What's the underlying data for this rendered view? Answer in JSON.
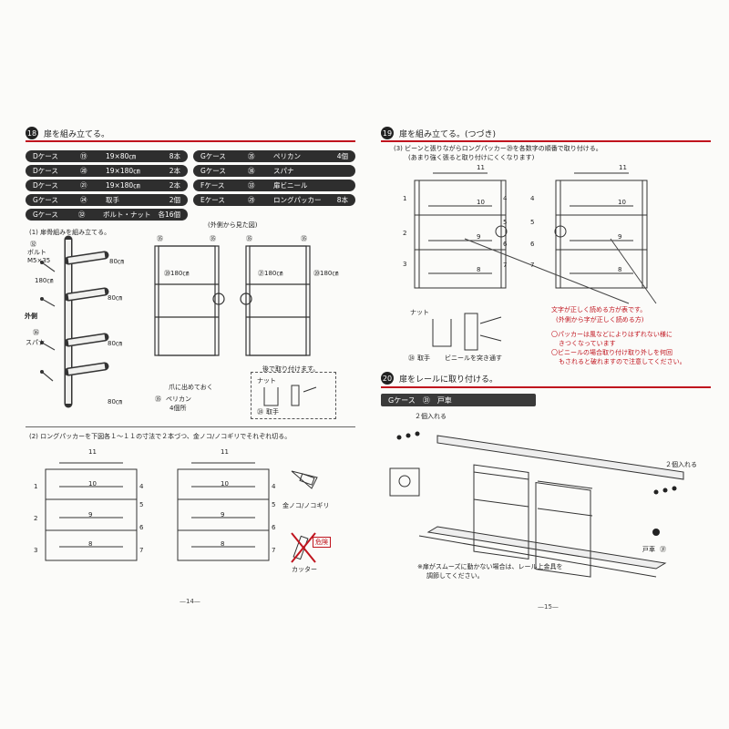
{
  "left": {
    "section": {
      "number": "18",
      "title": "扉を組み立てる。"
    },
    "parts_left": [
      {
        "case": "Dケース",
        "num": "⑲",
        "item": "19×80㎝",
        "qty": "8本"
      },
      {
        "case": "Dケース",
        "num": "⑳",
        "item": "19×180㎝",
        "qty": "2本"
      },
      {
        "case": "Dケース",
        "num": "㉑",
        "item": "19×180㎝",
        "qty": "2本"
      },
      {
        "case": "Gケース",
        "num": "㉔",
        "item": "取手",
        "qty": "2個"
      },
      {
        "case": "Gケース",
        "num": "㉜",
        "item": "ボルト・ナット",
        "qty": "各16個"
      }
    ],
    "parts_right": [
      {
        "case": "Gケース",
        "num": "㉟",
        "item": "ペリカン",
        "qty": "4個"
      },
      {
        "case": "Gケース",
        "num": "㊱",
        "item": "スパナ",
        "qty": ""
      },
      {
        "case": "Fケース",
        "num": "㉝",
        "item": "扉ビニール",
        "qty": ""
      },
      {
        "case": "Eケース",
        "num": "㉙",
        "item": "ロングパッカー",
        "qty": "8本"
      }
    ],
    "step1": "(1) 扉骨組みを組み立てる。",
    "outer_view": "(外側から見た図)",
    "bolt_label": "ボルト M5×35",
    "bolt_num": "㉜",
    "outside_label": "外側",
    "spanner_label": "スパナ",
    "spanner_num": "㊱",
    "pipe_180": "180㎝",
    "pipe_80": "80㎝",
    "frame_labels": [
      "⑳180㎝",
      "㉑180㎝",
      "⑳180㎝"
    ],
    "top_nums": [
      "㉟",
      "㉟",
      "㉟",
      "㉟"
    ],
    "hook_text": "爪に出めておく",
    "pelican_label": "ペリカン",
    "pelican_qty": "4個所",
    "pelican_num": "㉟",
    "attach_later": "後で取り付けます。",
    "nut_label": "ナット",
    "handle_label": "取手",
    "handle_num": "㉔",
    "step2": "(2) ロングパッカーを下図各１～１１の寸法で２本づつ、金ノコ/ノコギリでそれぞれ切る。",
    "dims": {
      "top": "11",
      "mid": [
        "10",
        "9",
        "8"
      ],
      "left": [
        "1",
        "2",
        "3"
      ],
      "right_a": [
        "4",
        "5",
        "6",
        "7"
      ],
      "right_b": [
        "4",
        "5",
        "6",
        "7"
      ]
    },
    "saw_label": "金ノコ/ノコギリ",
    "danger_label": "危険",
    "cutter_label": "カッター",
    "page": "—14—"
  },
  "right": {
    "section": {
      "number": "19",
      "title": "扉を組み立てる。(つづき)"
    },
    "step3_line1": "(3) ビーンと張りながらロングパッカー㉙を各数字の順番で取り付ける。",
    "step3_line2": "(あまり強く張ると取り付けにくくなります)",
    "dims": {
      "top": "11",
      "mid": [
        "10",
        "9",
        "8"
      ],
      "left": [
        "1",
        "2",
        "3"
      ],
      "right": [
        "4",
        "5",
        "6",
        "7"
      ]
    },
    "nut_label": "ナット",
    "handle_label": "取手",
    "handle_num": "㉔",
    "vinyl_label": "ビニールを突き通す",
    "note1": "文字が正しく読める方が表です。",
    "note2": "(外側から字が正しく読める方)",
    "note3": "〇パッカーは風などによりはずれない様に",
    "note4": "きつくなっています",
    "note5": "〇ビニールの場合取り付け取り外しを何回",
    "note6": "もされると破れますので注意してください。",
    "section20": {
      "number": "20",
      "title": "扉をレールに取り付ける。"
    },
    "g_bar": {
      "case": "Gケース",
      "num": "㉛",
      "item": "戸車"
    },
    "two_in_a": "２個入れる",
    "two_in_b": "２個入れる",
    "roller_label": "戸車",
    "roller_num": "㉛",
    "footnote1": "※扉がスムーズに動かない場合は、レール上金具を",
    "footnote2": "調節してください。",
    "page": "—15—"
  },
  "colors": {
    "accent": "#c0141e",
    "dark": "#2e2e2e"
  }
}
